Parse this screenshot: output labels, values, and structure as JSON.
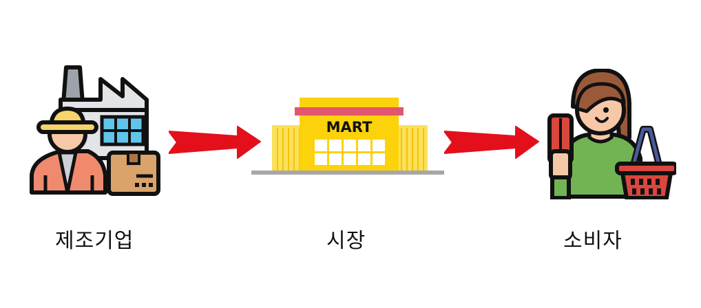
{
  "diagram": {
    "type": "flow",
    "direction": "left-to-right",
    "nodes": [
      {
        "id": "manufacturer",
        "label": "제조기업",
        "icon": "factory-worker-icon"
      },
      {
        "id": "market",
        "label": "시장",
        "icon": "mart-store-icon",
        "sign_text": "MART"
      },
      {
        "id": "consumer",
        "label": "소비자",
        "icon": "shopper-with-basket-icon"
      }
    ],
    "edges": [
      {
        "from": "manufacturer",
        "to": "market",
        "icon": "arrow-right-icon"
      },
      {
        "from": "market",
        "to": "consumer",
        "icon": "arrow-right-icon"
      }
    ],
    "colors": {
      "arrow": "#e3101b",
      "mart_yellow": "#fcd20a",
      "mart_band": "#e2566e",
      "ground": "#a7a7a7",
      "worker_shirt": "#f08a6e",
      "box": "#d9a36a",
      "shopper_shirt": "#72b454",
      "basket": "#d9473e",
      "outline": "#111111"
    }
  }
}
